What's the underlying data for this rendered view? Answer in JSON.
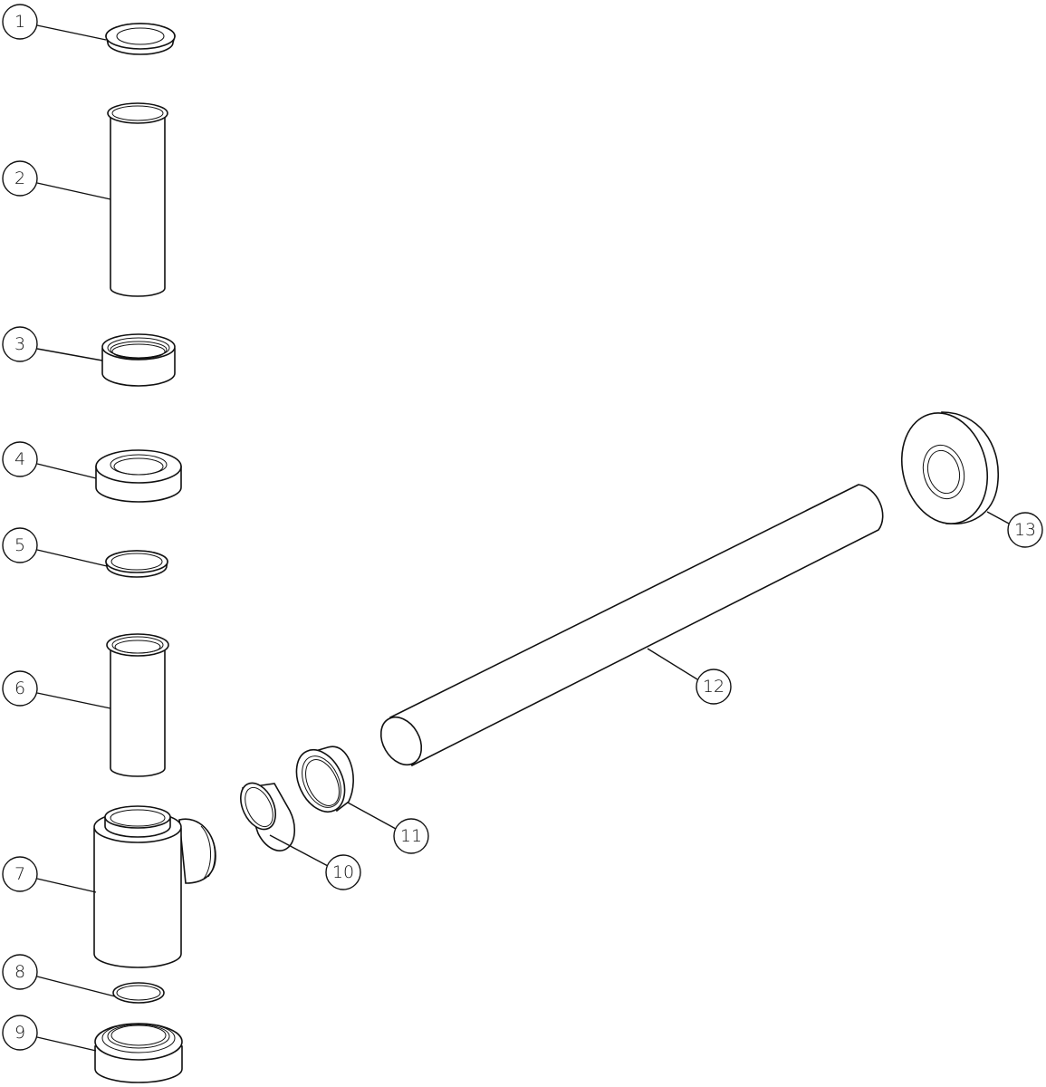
{
  "callouts": [
    "1",
    "2",
    "3",
    "4",
    "5",
    "6",
    "7",
    "8",
    "9",
    "10",
    "11",
    "12",
    "13"
  ],
  "colors": {
    "line": "#111111",
    "background": "#ffffff"
  }
}
